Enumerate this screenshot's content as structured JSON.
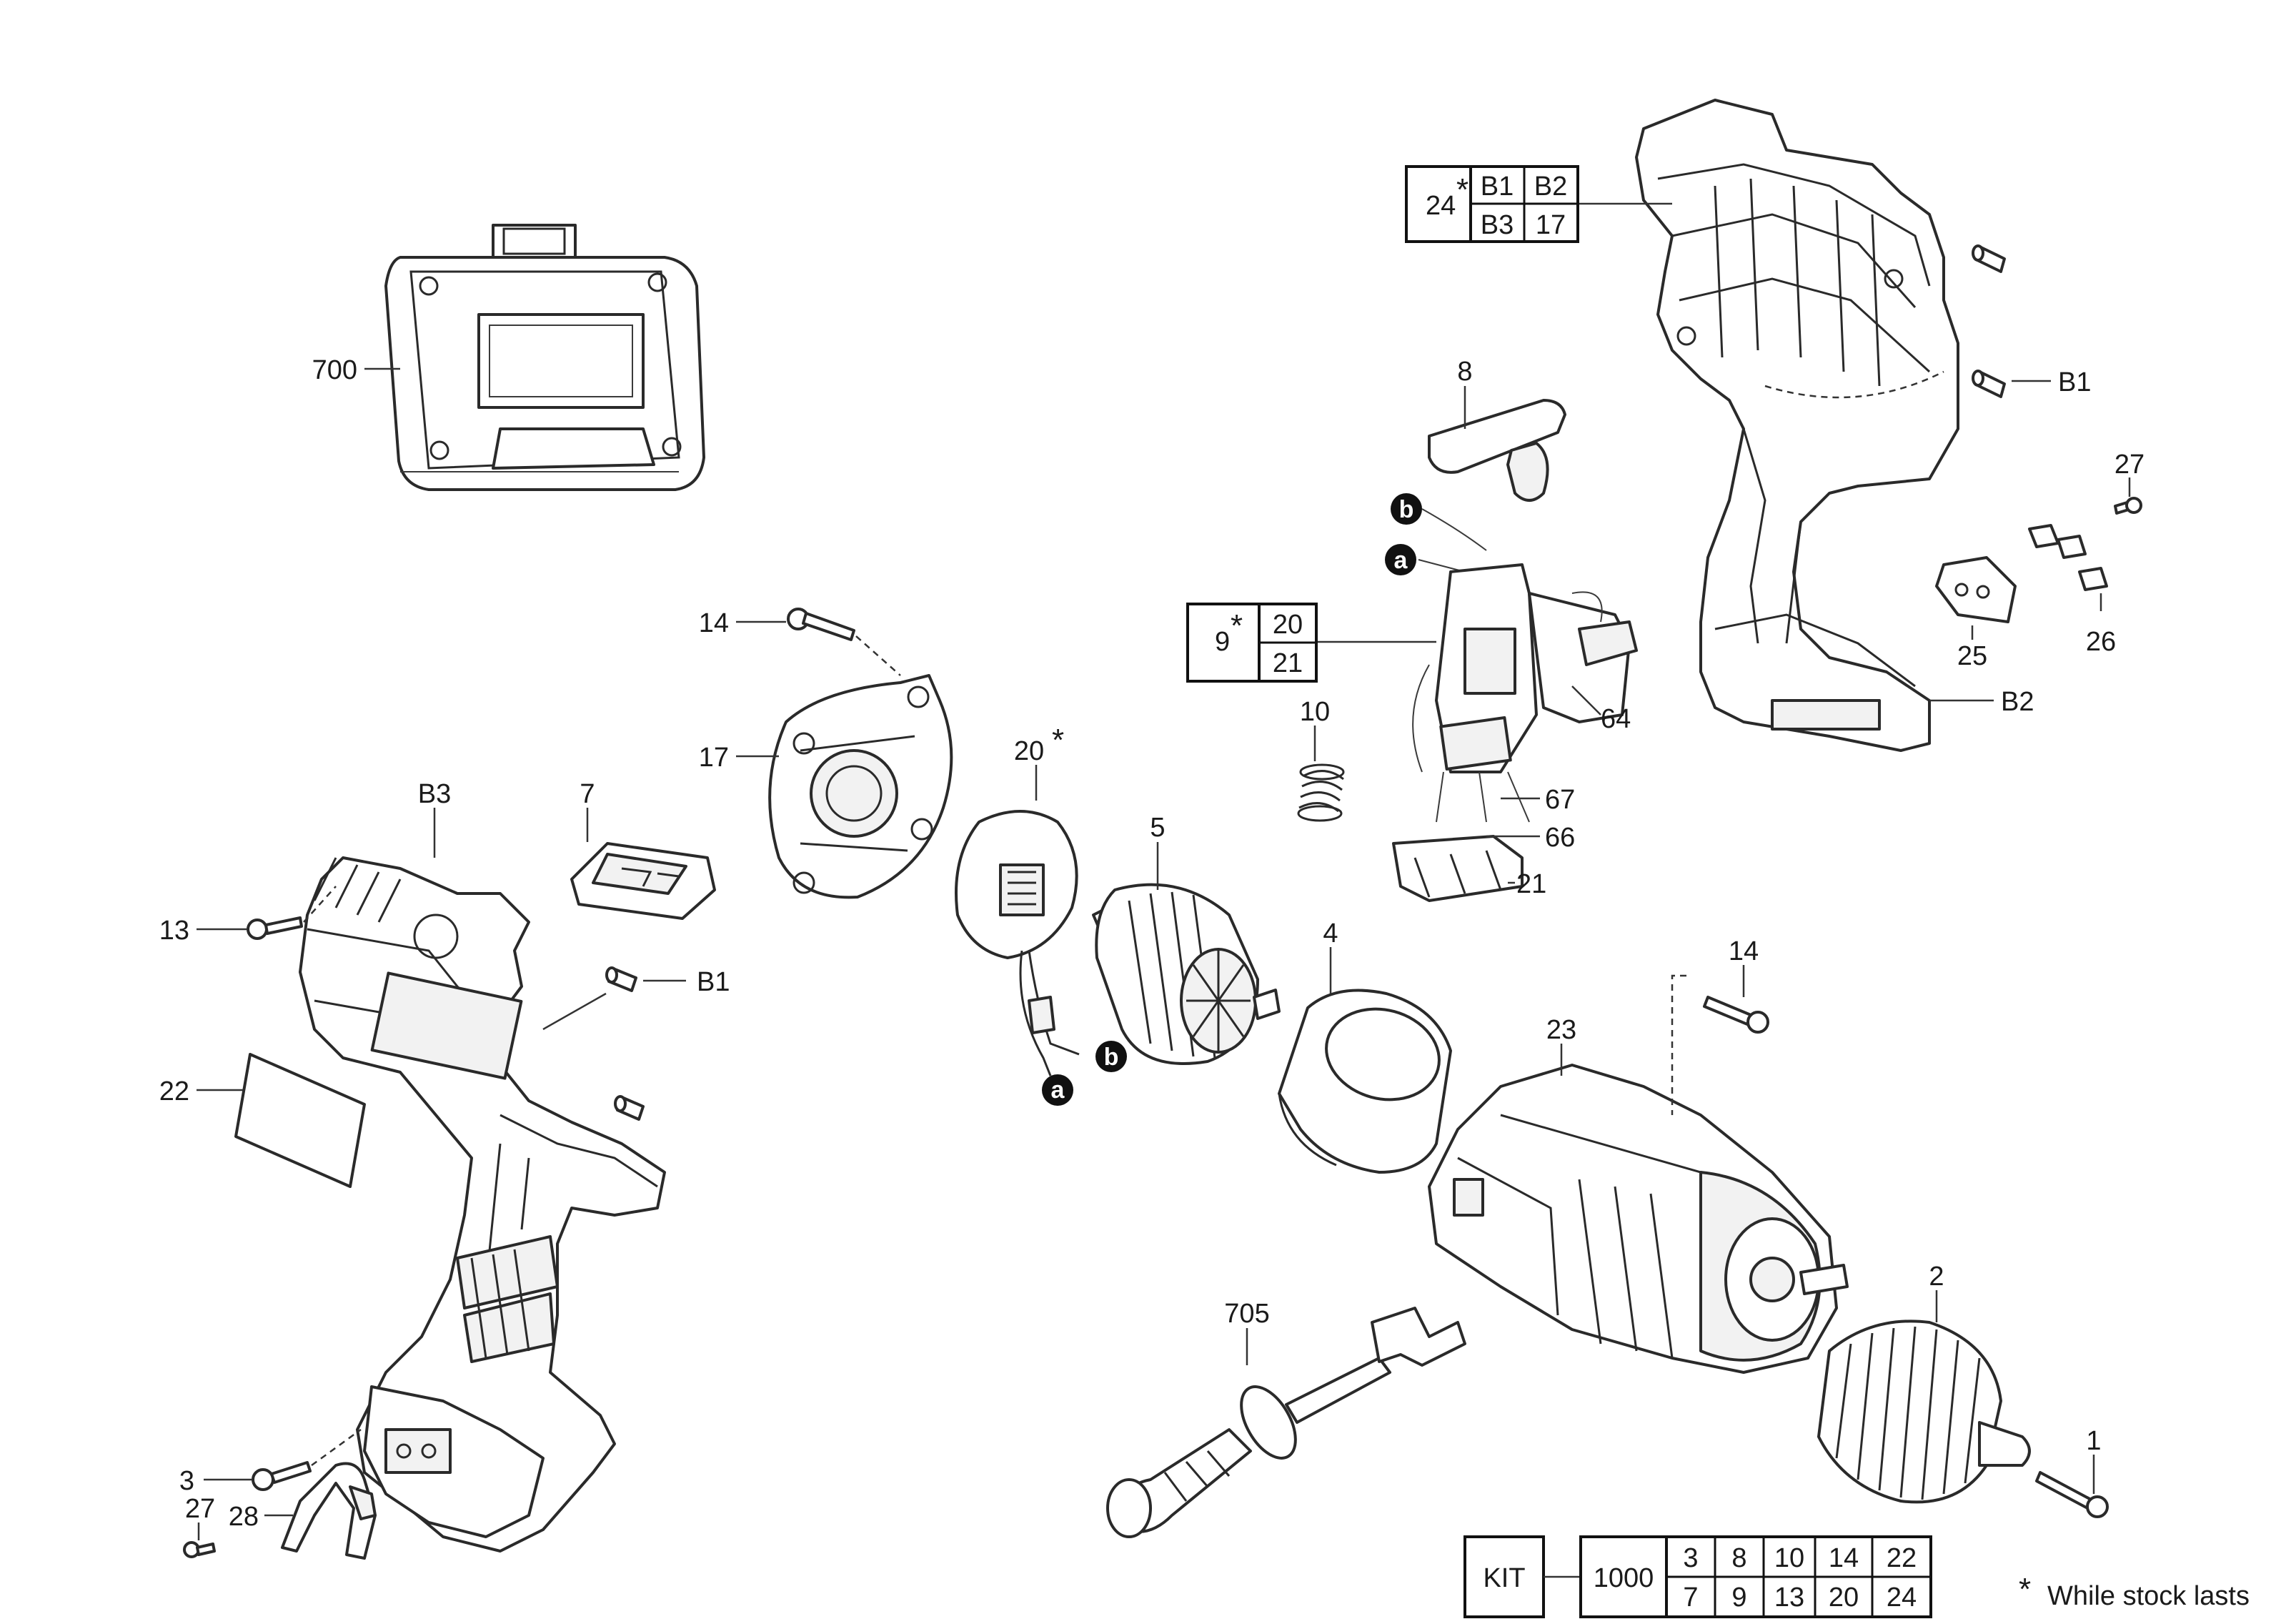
{
  "labels": {
    "l700": "700",
    "l14a": "14",
    "l17": "17",
    "l20": "20",
    "l7": "7",
    "lB3": "B3",
    "l13": "13",
    "lB1a": "B1",
    "l22": "22",
    "l5": "5",
    "l4": "4",
    "l23": "23",
    "l14b": "14",
    "l2": "2",
    "l1": "1",
    "l705": "705",
    "l3": "3",
    "l27a": "27",
    "l28": "28",
    "l8": "8",
    "l10": "10",
    "l64": "64",
    "l67": "67",
    "l66": "66",
    "l21": "21",
    "lB1b": "B1",
    "l27b": "27",
    "l25": "25",
    "l26": "26",
    "lB2": "B2"
  },
  "connectors": {
    "a": "a",
    "b": "b"
  },
  "star": "*",
  "table24": {
    "part": "24",
    "cells": [
      "B1",
      "B2",
      "B3",
      "17"
    ]
  },
  "table9": {
    "part": "9",
    "cells": [
      "20",
      "21"
    ]
  },
  "kit": {
    "label": "KIT",
    "number": "1000",
    "row1": [
      "3",
      "8",
      "10",
      "14",
      "22"
    ],
    "row2": [
      "7",
      "9",
      "13",
      "20",
      "24"
    ]
  },
  "footnote": {
    "star": "*",
    "text": "While stock lasts"
  }
}
